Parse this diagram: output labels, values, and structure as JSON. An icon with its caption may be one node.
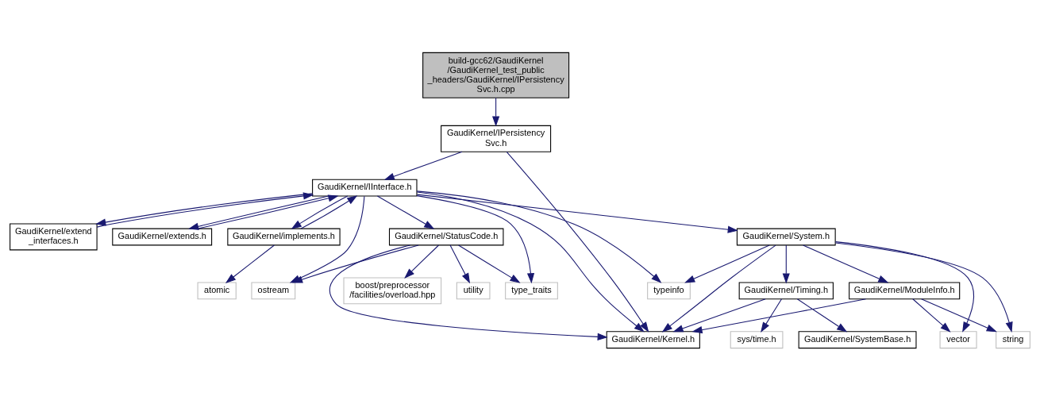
{
  "diagram": {
    "nodes": [
      {
        "text": [
          "build-gcc62/GaudiKernel /GaudiKernel_test_public _headers/GaudiKernel/IPersistency Svc.h.cpp"
        ]
      },
      {
        "text": [
          "GaudiKernel/IPersistency Svc.h"
        ]
      },
      {
        "text": [
          "GaudiKernel/IInterface.h"
        ]
      },
      {
        "text": [
          "GaudiKernel/StatusCode.h"
        ]
      },
      {
        "text": [
          "GaudiKernel/System.h"
        ]
      },
      {
        "text": [
          "GaudiKernel/extend _interfaces.h"
        ]
      },
      {
        "text": [
          "GaudiKernel/extends.h"
        ]
      },
      {
        "text": [
          "GaudiKernel/implements.h"
        ]
      },
      {
        "text": [
          "boost/preprocessor /facilities/overload.hpp"
        ]
      },
      {
        "text": [
          "utility"
        ]
      },
      {
        "text": [
          "ostream"
        ]
      },
      {
        "text": [
          "type_traits"
        ]
      },
      {
        "text": [
          "GaudiKernel/Timing.h"
        ]
      },
      {
        "text": [
          "GaudiKernel/ModuleInfo.h"
        ]
      },
      {
        "text": [
          "typeinfo"
        ]
      },
      {
        "text": [
          "atomic"
        ]
      },
      {
        "text": [
          "GaudiKernel/Kernel.h"
        ]
      },
      {
        "text": [
          "sys/time.h"
        ]
      },
      {
        "text": [
          "GaudiKernel/SystemBase.h"
        ]
      },
      {
        "text": [
          "string"
        ]
      },
      {
        "text": [
          "vector"
        ]
      }
    ],
    "edges": [
      {
        "from": 0,
        "to": 1,
        "arrow": "to"
      },
      {
        "from": 1,
        "to": 16,
        "arrow": "to"
      },
      {
        "from": 1,
        "to": 2,
        "arrow": "to"
      },
      {
        "from": 2,
        "to": 16,
        "arrow": "to"
      },
      {
        "from": 2,
        "to": 3,
        "arrow": "to"
      },
      {
        "from": 2,
        "to": 10,
        "arrow": "to"
      },
      {
        "from": 2,
        "to": 11,
        "arrow": "to"
      },
      {
        "from": 2,
        "to": 4,
        "arrow": "to"
      },
      {
        "from": 2,
        "to": 5,
        "arrow": "to"
      },
      {
        "from": 5,
        "to": 2,
        "arrow": "to"
      },
      {
        "from": 2,
        "to": 6,
        "arrow": "to"
      },
      {
        "from": 6,
        "to": 2,
        "arrow": "to"
      },
      {
        "from": 2,
        "to": 7,
        "arrow": "to"
      },
      {
        "from": 7,
        "to": 2,
        "arrow": "to"
      },
      {
        "from": 2,
        "to": 14,
        "arrow": "to"
      },
      {
        "from": 3,
        "to": 8,
        "arrow": "to"
      },
      {
        "from": 3,
        "to": 9,
        "arrow": "to"
      },
      {
        "from": 3,
        "to": 16,
        "arrow": "to"
      },
      {
        "from": 3,
        "to": 10,
        "arrow": "to"
      },
      {
        "from": 3,
        "to": 11,
        "arrow": "to"
      },
      {
        "from": 4,
        "to": 16,
        "arrow": "to"
      },
      {
        "from": 4,
        "to": 12,
        "arrow": "to"
      },
      {
        "from": 4,
        "to": 19,
        "arrow": "to"
      },
      {
        "from": 4,
        "to": 13,
        "arrow": "to"
      },
      {
        "from": 4,
        "to": 14,
        "arrow": "to"
      },
      {
        "from": 4,
        "to": 20,
        "arrow": "to"
      },
      {
        "from": 12,
        "to": 16,
        "arrow": "to"
      },
      {
        "from": 12,
        "to": 17,
        "arrow": "to"
      },
      {
        "from": 12,
        "to": 18,
        "arrow": "to"
      },
      {
        "from": 13,
        "to": 16,
        "arrow": "to"
      },
      {
        "from": 13,
        "to": 19,
        "arrow": "to"
      },
      {
        "from": 13,
        "to": 20,
        "arrow": "to"
      },
      {
        "from": 7,
        "to": 15,
        "arrow": "to"
      }
    ]
  }
}
